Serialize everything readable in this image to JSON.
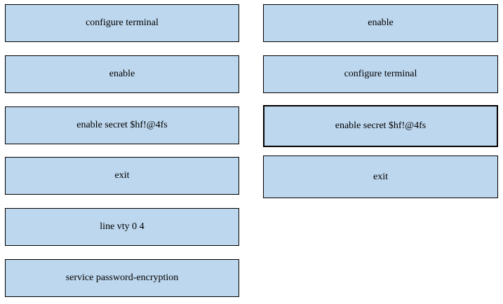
{
  "colors": {
    "background": "#FFFFFF",
    "box_fill": "#BDD7EE",
    "box_border": "#000000",
    "text": "#000000"
  },
  "left_column": {
    "items": [
      {
        "label": "configure terminal"
      },
      {
        "label": "enable"
      },
      {
        "label": "enable secret $hf!@4fs"
      },
      {
        "label": "exit"
      },
      {
        "label": "line vty 0 4"
      },
      {
        "label": "service password-encryption"
      }
    ]
  },
  "right_column": {
    "items": [
      {
        "label": "enable"
      },
      {
        "label": "configure terminal"
      },
      {
        "label": "enable secret $hf!@4fs",
        "emphasized": true
      },
      {
        "label": "exit"
      }
    ]
  }
}
